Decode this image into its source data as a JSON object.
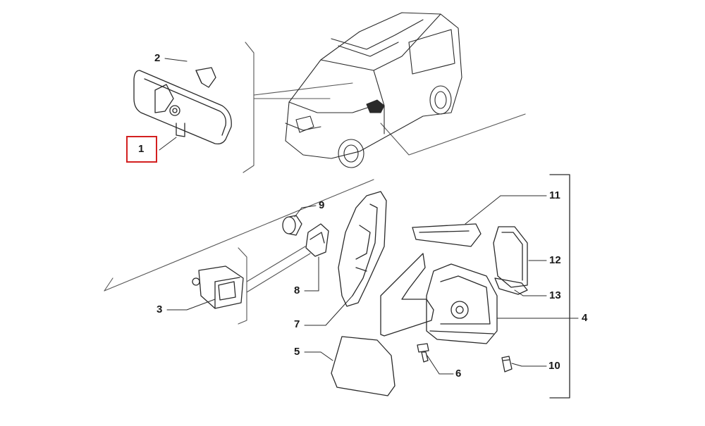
{
  "diagram": {
    "callouts": [
      {
        "id": "c1",
        "text": "1",
        "highlighted": true
      },
      {
        "id": "c2",
        "text": "2"
      },
      {
        "id": "c3",
        "text": "3"
      },
      {
        "id": "c4",
        "text": "4"
      },
      {
        "id": "c5",
        "text": "5"
      },
      {
        "id": "c6",
        "text": "6"
      },
      {
        "id": "c7",
        "text": "7"
      },
      {
        "id": "c8",
        "text": "8"
      },
      {
        "id": "c9",
        "text": "9"
      },
      {
        "id": "c10",
        "text": "10"
      },
      {
        "id": "c11",
        "text": "11"
      },
      {
        "id": "c12",
        "text": "12"
      },
      {
        "id": "c13",
        "text": "13"
      }
    ],
    "colors": {
      "line": "#2a2a2a",
      "guide": "#555555",
      "highlight": "#d32020",
      "background": "#ffffff"
    },
    "icons": [
      "rearview-mirror-icon",
      "mirror-bracket-icon",
      "mirror-switch-icon",
      "van-icon",
      "mirror-housing-icon",
      "mirror-cover-icon",
      "screw-icon",
      "mirror-base-icon",
      "switch-cap-icon",
      "knob-icon",
      "bulb-icon",
      "indicator-lens-icon",
      "mirror-glass-icon",
      "lower-glass-icon"
    ]
  }
}
